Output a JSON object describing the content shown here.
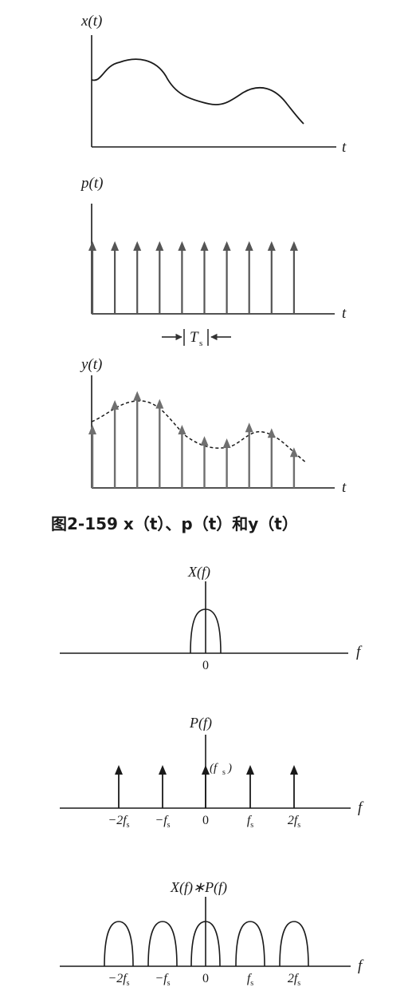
{
  "top_figure": {
    "panel_x": {
      "ylabel": "x(t)",
      "xlabel": "t"
    },
    "panel_p": {
      "ylabel": "p(t)",
      "xlabel": "t",
      "period_label": "T",
      "period_sub": "s",
      "impulse_count": 10
    },
    "panel_y": {
      "ylabel": "y(t)",
      "xlabel": "t",
      "sample_levels": [
        0.56,
        0.78,
        0.86,
        0.79,
        0.56,
        0.46,
        0.44,
        0.58,
        0.53,
        0.36
      ]
    },
    "caption": "图2-159   x（t）、p（t）和y（t）"
  },
  "bottom_figure": {
    "panel_X": {
      "label": "X(f)",
      "xlabel": "f",
      "origin": "0"
    },
    "panel_P": {
      "label": "P(f)",
      "xlabel": "f",
      "impulse_annotation": "(f",
      "impulse_annotation_sub": "s",
      "impulse_annotation_close": ")",
      "ticks": [
        {
          "pre": "−2f",
          "sub": "s"
        },
        {
          "pre": "−f",
          "sub": "s"
        },
        {
          "pre": "0",
          "sub": ""
        },
        {
          "pre": "f",
          "sub": "s"
        },
        {
          "pre": "2f",
          "sub": "s"
        }
      ]
    },
    "panel_conv": {
      "label": "X(f)∗P(f)",
      "xlabel": "f",
      "ticks": [
        {
          "pre": "−2f",
          "sub": "s"
        },
        {
          "pre": "−f",
          "sub": "s"
        },
        {
          "pre": "0",
          "sub": ""
        },
        {
          "pre": "f",
          "sub": "s"
        },
        {
          "pre": "2f",
          "sub": "s"
        }
      ]
    }
  },
  "colors": {
    "ink": "#1a1a1a",
    "sample_arrow": "#6f6f6f"
  }
}
